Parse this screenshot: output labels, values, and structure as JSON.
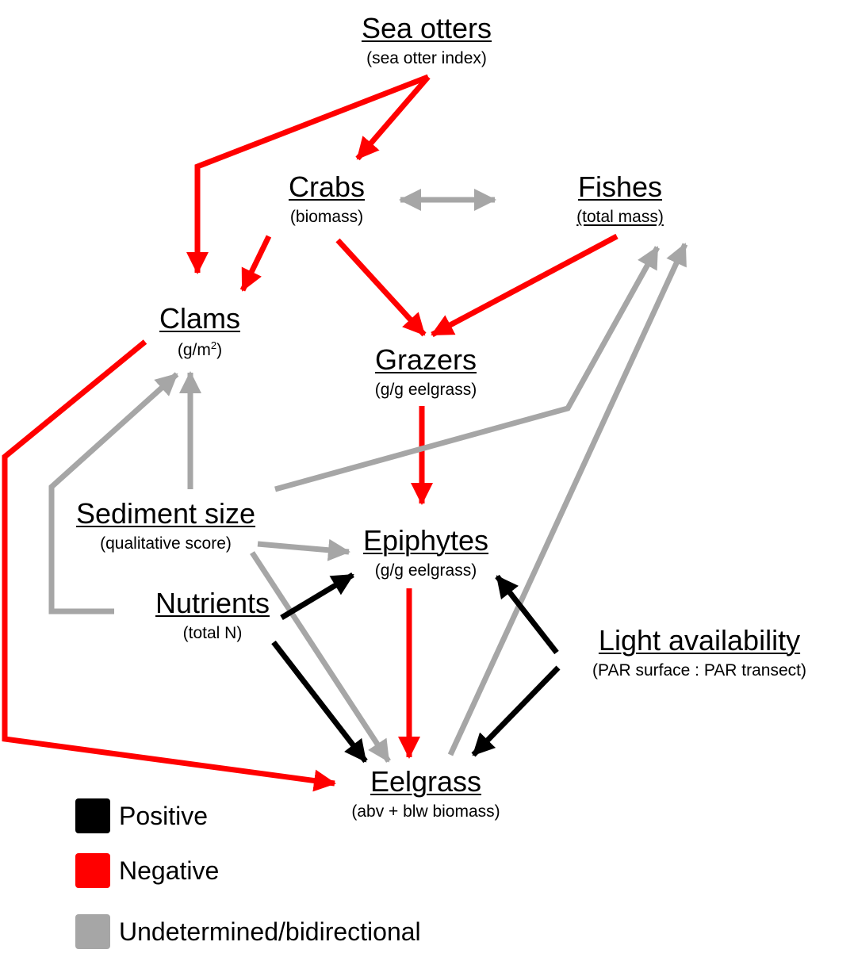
{
  "colors": {
    "positive": "#000000",
    "negative": "#ff0000",
    "undetermined": "#a6a6a6"
  },
  "nodes": {
    "sea_otters": {
      "title": "Sea otters",
      "sub": "(sea otter index)"
    },
    "crabs": {
      "title": "Crabs",
      "sub": "(biomass)"
    },
    "fishes": {
      "title": "Fishes",
      "sub": "(total mass)"
    },
    "clams": {
      "title": "Clams",
      "sub_pre": "(g/m",
      "sub_sup": "2",
      "sub_post": ")"
    },
    "grazers": {
      "title": "Grazers",
      "sub": "(g/g eelgrass)"
    },
    "sediment": {
      "title": "Sediment size",
      "sub": "(qualitative score)"
    },
    "epiphytes": {
      "title": "Epiphytes",
      "sub": "(g/g eelgrass)"
    },
    "nutrients": {
      "title": "Nutrients",
      "sub": "(total N)"
    },
    "light": {
      "title": "Light availability",
      "sub": "(PAR surface : PAR transect)"
    },
    "eelgrass": {
      "title": "Eelgrass",
      "sub": "(abv + blw biomass)"
    }
  },
  "edges": [
    {
      "from": "Sea otters",
      "to": "Crabs",
      "effect": "negative"
    },
    {
      "from": "Sea otters",
      "to": "Clams",
      "effect": "negative"
    },
    {
      "from": "Crabs",
      "to": "Fishes",
      "effect": "undetermined"
    },
    {
      "from": "Crabs",
      "to": "Clams",
      "effect": "negative"
    },
    {
      "from": "Crabs",
      "to": "Grazers",
      "effect": "negative"
    },
    {
      "from": "Fishes",
      "to": "Grazers",
      "effect": "negative"
    },
    {
      "from": "Clams",
      "to": "Eelgrass",
      "effect": "negative"
    },
    {
      "from": "Sediment size",
      "to": "Clams",
      "effect": "undetermined"
    },
    {
      "from": "Nutrients",
      "to": "Clams",
      "effect": "undetermined"
    },
    {
      "from": "Sediment size",
      "to": "Fishes",
      "effect": "undetermined"
    },
    {
      "from": "Sediment size",
      "to": "Epiphytes",
      "effect": "undetermined"
    },
    {
      "from": "Sediment size",
      "to": "Eelgrass",
      "effect": "undetermined"
    },
    {
      "from": "Eelgrass",
      "to": "Fishes",
      "effect": "undetermined"
    },
    {
      "from": "Grazers",
      "to": "Epiphytes",
      "effect": "negative"
    },
    {
      "from": "Epiphytes",
      "to": "Eelgrass",
      "effect": "negative"
    },
    {
      "from": "Nutrients",
      "to": "Epiphytes",
      "effect": "positive"
    },
    {
      "from": "Nutrients",
      "to": "Eelgrass",
      "effect": "positive"
    },
    {
      "from": "Light availability",
      "to": "Epiphytes",
      "effect": "positive"
    },
    {
      "from": "Light availability",
      "to": "Eelgrass",
      "effect": "positive"
    }
  ],
  "legend": [
    {
      "key": "positive",
      "label": "Positive",
      "color": "#000000"
    },
    {
      "key": "negative",
      "label": "Negative",
      "color": "#ff0000"
    },
    {
      "key": "undetermined",
      "label": "Undetermined/bidirectional",
      "color": "#a6a6a6"
    }
  ]
}
